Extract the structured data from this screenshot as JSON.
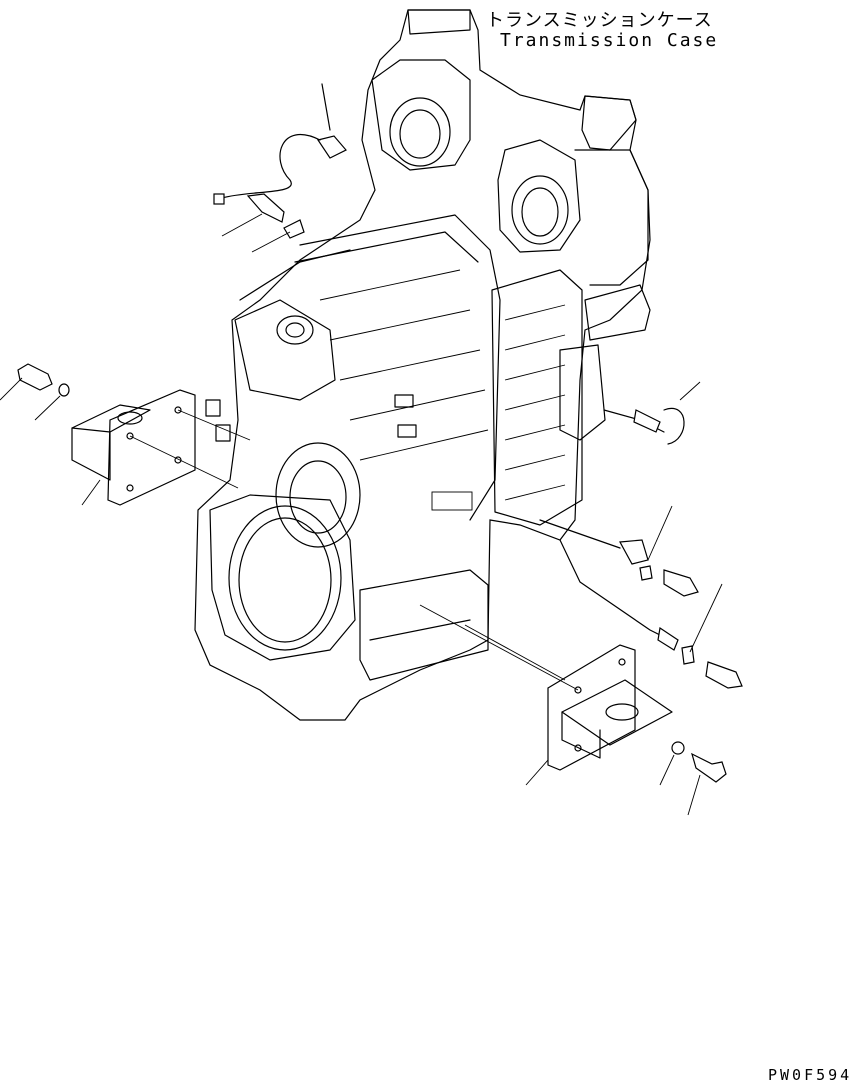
{
  "diagram": {
    "title_jp": "トランスミッションケース",
    "title_en": "Transmission Case",
    "drawing_code": "PW0F594",
    "line_color": "#000000",
    "background": "#ffffff"
  }
}
